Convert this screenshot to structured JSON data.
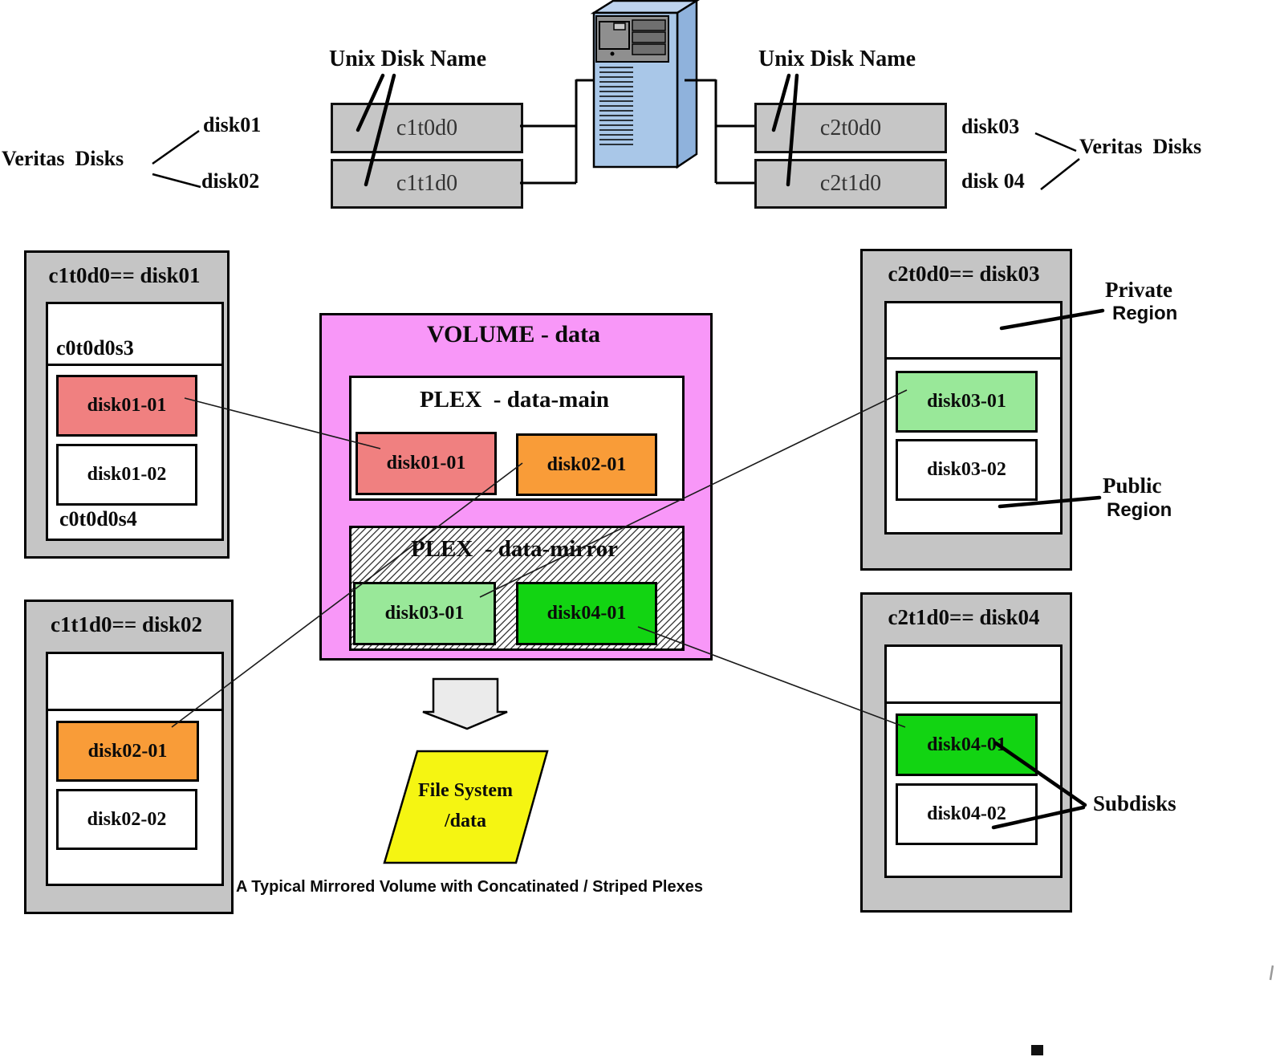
{
  "header": {
    "unix_disk_name_left": "Unix Disk Name",
    "unix_disk_name_right": "Unix Disk Name",
    "veritas_label_left": "Veritas  Disks",
    "veritas_label_right": "Veritas  Disks",
    "veritas_disks_left": [
      "disk01",
      "disk02"
    ],
    "veritas_disks_right": [
      "disk03",
      "disk 04"
    ],
    "unix_bars_left": [
      "c1t0d0",
      "c1t1d0"
    ],
    "unix_bars_right": [
      "c2t0d0",
      "c2t1d0"
    ]
  },
  "disk_boxes": {
    "disk01": {
      "title": "c1t0d0== disk01",
      "private_slice": "c0t0d0s3",
      "public_slice": "c0t0d0s4",
      "subdisk1": "disk01-01",
      "subdisk2": "disk01-02"
    },
    "disk02": {
      "title": "c1t1d0== disk02",
      "subdisk1": "disk02-01",
      "subdisk2": "disk02-02"
    },
    "disk03": {
      "title": "c2t0d0== disk03",
      "subdisk1": "disk03-01",
      "subdisk2": "disk03-02"
    },
    "disk04": {
      "title": "c2t1d0== disk04",
      "subdisk1": "disk04-01",
      "subdisk2": "disk04-02"
    }
  },
  "volume": {
    "title": "VOLUME - data",
    "plex_main": {
      "title": "PLEX  - data-main",
      "subdisk1": "disk01-01",
      "subdisk2": "disk02-01"
    },
    "plex_mirror": {
      "title": "PLEX  - data-mirror",
      "subdisk1": "disk03-01",
      "subdisk2": "disk04-01"
    }
  },
  "annotations": {
    "private_region_line1": "Private",
    "private_region_line2": "Region",
    "public_region_line1": "Public",
    "public_region_line2": "Region",
    "subdisks": "Subdisks"
  },
  "file_system": {
    "line1": "File System",
    "line2": "/data"
  },
  "caption": "A Typical Mirrored Volume with Concatinated / Striped Plexes",
  "colors": {
    "volume_pink": "#F897F8",
    "subdisk_salmon": "#F08080",
    "subdisk_orange": "#F99C38",
    "subdisk_lightgreen": "#99E899",
    "subdisk_green": "#12D412",
    "filesystem_yellow": "#F5F512",
    "disk_box_gray": "#C5C5C5",
    "tower_blue": "#A9C7E8"
  }
}
